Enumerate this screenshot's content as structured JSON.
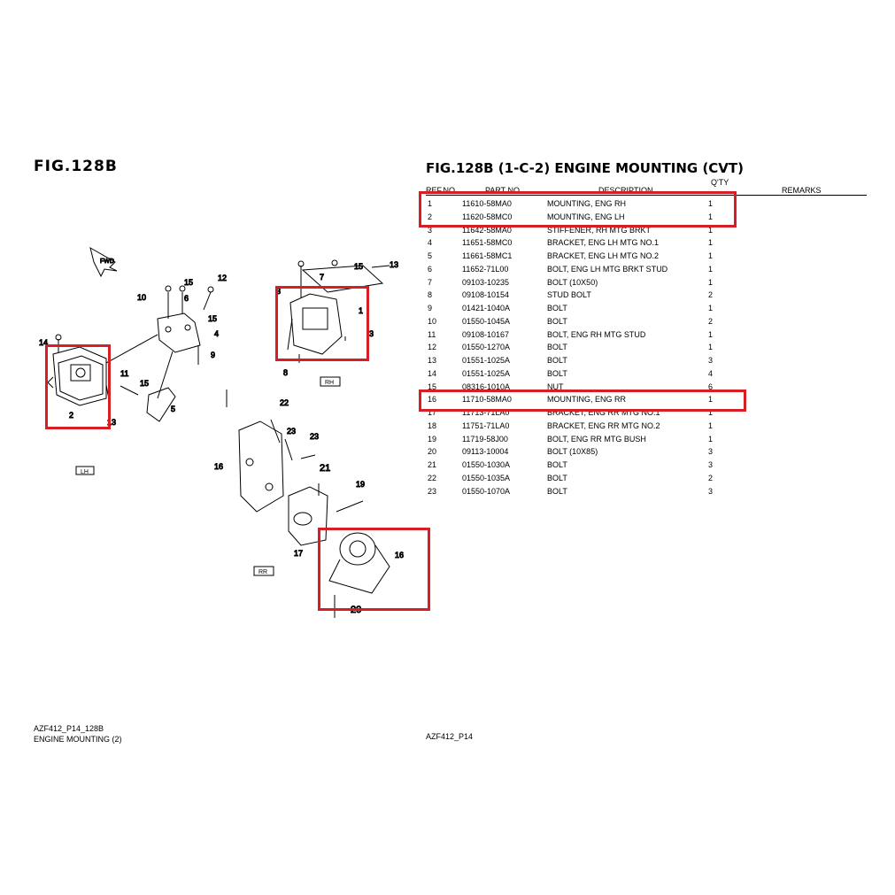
{
  "fig_left_title": "FIG.128B",
  "fig_title": "FIG.128B (1-C-2) ENGINE MOUNTING (CVT)",
  "headers": {
    "ref": "REF.NO.",
    "part": "PART NO.",
    "desc": "DESCRIPTION",
    "qty": "Q'TY",
    "remarks": "REMARKS"
  },
  "rows": [
    {
      "ref": "1",
      "part": "11610-58MA0",
      "desc": "MOUNTING, ENG RH",
      "qty": "1"
    },
    {
      "ref": "2",
      "part": "11620-58MC0",
      "desc": "MOUNTING, ENG LH",
      "qty": "1"
    },
    {
      "ref": "3",
      "part": "11642-58MA0",
      "desc": "STIFFENER, RH MTG BRKT",
      "qty": "1"
    },
    {
      "ref": "4",
      "part": "11651-58MC0",
      "desc": "BRACKET, ENG LH MTG NO.1",
      "qty": "1"
    },
    {
      "ref": "5",
      "part": "11661-58MC1",
      "desc": "BRACKET, ENG LH MTG NO.2",
      "qty": "1"
    },
    {
      "ref": "6",
      "part": "11652-71L00",
      "desc": "BOLT, ENG LH MTG BRKT STUD",
      "qty": "1"
    },
    {
      "ref": "7",
      "part": "09103-10235",
      "desc": "BOLT (10X50)",
      "qty": "1"
    },
    {
      "ref": "8",
      "part": "09108-10154",
      "desc": "STUD BOLT",
      "qty": "2"
    },
    {
      "ref": "9",
      "part": "01421-1040A",
      "desc": "BOLT",
      "qty": "1"
    },
    {
      "ref": "10",
      "part": "01550-1045A",
      "desc": "BOLT",
      "qty": "2"
    },
    {
      "ref": "11",
      "part": "09108-10167",
      "desc": "BOLT, ENG RH MTG STUD",
      "qty": "1"
    },
    {
      "ref": "12",
      "part": "01550-1270A",
      "desc": "BOLT",
      "qty": "1"
    },
    {
      "ref": "13",
      "part": "01551-1025A",
      "desc": "BOLT",
      "qty": "3"
    },
    {
      "ref": "14",
      "part": "01551-1025A",
      "desc": "BOLT",
      "qty": "4"
    },
    {
      "ref": "15",
      "part": "08316-1010A",
      "desc": "NUT",
      "qty": "6"
    },
    {
      "ref": "16",
      "part": "11710-58MA0",
      "desc": "MOUNTING, ENG RR",
      "qty": "1"
    },
    {
      "ref": "17",
      "part": "11713-71LA0",
      "desc": "BRACKET, ENG RR MTG NO.1",
      "qty": "1"
    },
    {
      "ref": "18",
      "part": "11751-71LA0",
      "desc": "BRACKET, ENG RR MTG NO.2",
      "qty": "1"
    },
    {
      "ref": "19",
      "part": "11719-58J00",
      "desc": "BOLT, ENG RR MTG BUSH",
      "qty": "1"
    },
    {
      "ref": "20",
      "part": "09113-10004",
      "desc": "BOLT (10X85)",
      "qty": "3"
    },
    {
      "ref": "21",
      "part": "01550-1030A",
      "desc": "BOLT",
      "qty": "3"
    },
    {
      "ref": "22",
      "part": "01550-1035A",
      "desc": "BOLT",
      "qty": "2"
    },
    {
      "ref": "23",
      "part": "01550-1070A",
      "desc": "BOLT",
      "qty": "3"
    }
  ],
  "diagram_labels": {
    "c1": "1",
    "c2": "2",
    "c3": "3",
    "c4": "4",
    "c5": "5",
    "c6": "6",
    "c7": "7",
    "c8": "8",
    "c9": "9",
    "c10": "10",
    "c11": "11",
    "c12": "12",
    "c13": "13",
    "c14": "14",
    "c15a": "15",
    "c15b": "15",
    "c15c": "15",
    "c15d": "15",
    "c16a": "16",
    "c16b": "16",
    "c17": "17",
    "c19": "19",
    "c20": "20",
    "c21": "21",
    "c22": "22",
    "c23a": "23",
    "c23b": "23",
    "c13b": "13",
    "c8b": "8",
    "c3b": "3",
    "tag_lh": "LH",
    "tag_rh": "RH",
    "tag_rr": "RR",
    "arrow": "FWD"
  },
  "footer": {
    "left_code": "AZF412_P14_128B",
    "left_desc": "ENGINE MOUNTING (2)",
    "right_code": "AZF412_P14"
  },
  "highlight_color": "#d81e24"
}
